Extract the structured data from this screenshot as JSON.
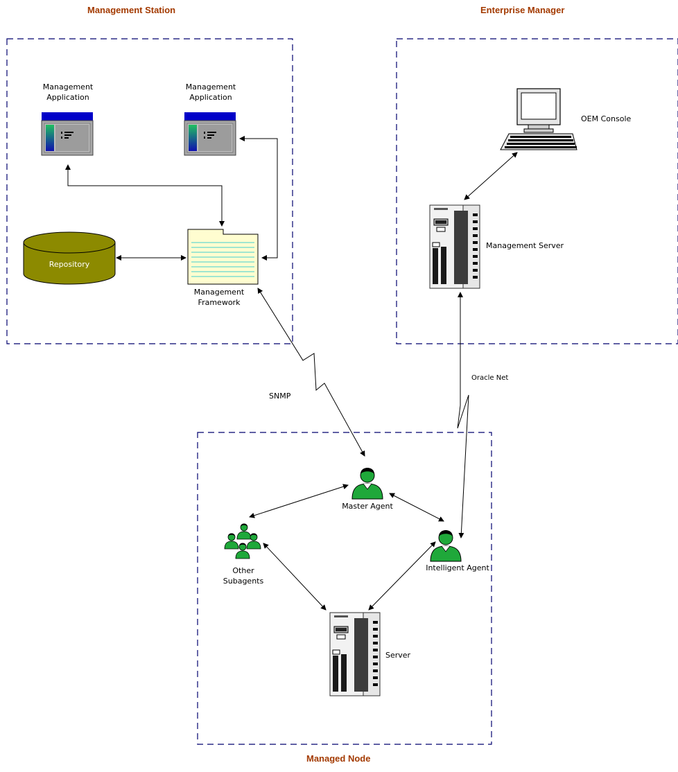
{
  "regions": {
    "management_station": "Management Station",
    "enterprise_manager": "Enterprise Manager",
    "managed_node": "Managed Node"
  },
  "nodes": {
    "management_application_1": {
      "line1": "Management",
      "line2": "Application"
    },
    "management_application_2": {
      "line1": "Management",
      "line2": "Application"
    },
    "repository": "Repository",
    "management_framework": {
      "line1": "Management",
      "line2": "Framework"
    },
    "oem_console": "OEM Console",
    "management_server": "Management Server",
    "master_agent": "Master Agent",
    "other_subagents": {
      "line1": "Other",
      "line2": "Subagents"
    },
    "intelligent_agent": "Intelligent Agent",
    "server": "Server"
  },
  "links": {
    "snmp": "SNMP",
    "oracle_net": "Oracle Net"
  },
  "colors": {
    "region_title": "#a33a00",
    "region_border": "#00006e",
    "agent_green": "#1fa83a",
    "repository_olive": "#8c8a00",
    "framework_yellow": "#fffdd0",
    "app_window_bar": "#0000c8"
  }
}
